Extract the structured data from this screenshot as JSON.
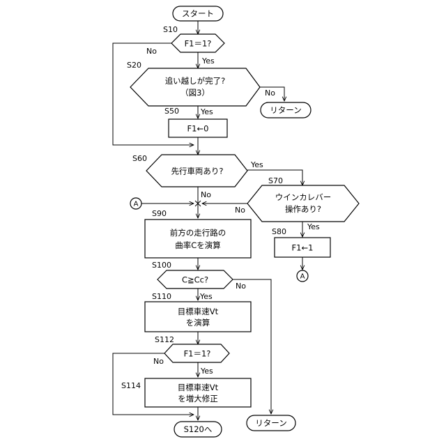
{
  "nodes": {
    "start": "スタート",
    "s10": {
      "step": "S10",
      "line1": "F1＝1?"
    },
    "s20": {
      "step": "S20",
      "line1": "追い越しが完了?",
      "line2": "（図3）"
    },
    "return1": "リターン",
    "s50": {
      "step": "S50",
      "line1": "F1←0"
    },
    "s60": {
      "step": "S60",
      "line1": "先行車両あり?"
    },
    "s70": {
      "step": "S70",
      "line1": "ウインカレバー",
      "line2": "操作あり?"
    },
    "s80": {
      "step": "S80",
      "line1": "F1←1"
    },
    "s90": {
      "step": "S90",
      "line1": "前方の走行路の",
      "line2": "曲率Cを演算"
    },
    "s100": {
      "step": "S100",
      "line1": "C≧Cc?"
    },
    "s110": {
      "step": "S110",
      "line1": "目標車速Vt",
      "line2": "を演算"
    },
    "s112": {
      "step": "S112",
      "line1": "F1＝1?"
    },
    "s114": {
      "step": "S114",
      "line1": "目標車速Vt",
      "line2": "を増大修正"
    },
    "to_s120": "S120へ",
    "return2": "リターン"
  },
  "branch_labels": {
    "yes": "Yes",
    "no": "No"
  },
  "connector": "A"
}
